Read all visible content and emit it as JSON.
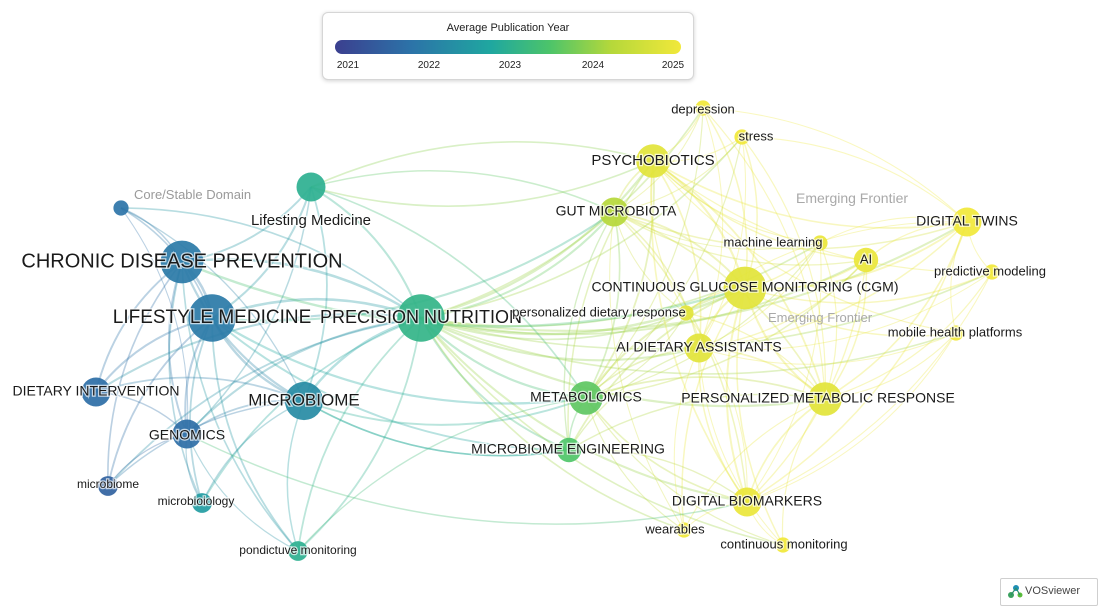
{
  "legend": {
    "title": "Average Publication Year",
    "ticks": [
      "2021",
      "2022",
      "2023",
      "2024",
      "2025"
    ]
  },
  "annotations": {
    "core": "Core/Stable Domain",
    "emerging1": "Emerging Frontier",
    "emerging2": "Emerging Frontier"
  },
  "nodes": [
    {
      "id": "chronic",
      "label": "CHRONIC DISEASE PREVENTION",
      "year": 2022.0,
      "weight": 8
    },
    {
      "id": "lifestyle",
      "label": "LIFESTYLE MEDICINE",
      "year": 2022.0,
      "weight": 9
    },
    {
      "id": "lifesting",
      "label": "Lifesting Medicine",
      "year": 2023.0,
      "weight": 5
    },
    {
      "id": "dietary",
      "label": "DIETARY INTERVENTION",
      "year": 2021.8,
      "weight": 5
    },
    {
      "id": "genomics",
      "label": "GENOMICS",
      "year": 2021.8,
      "weight": 5
    },
    {
      "id": "microbiome_lc",
      "label": "microbiome",
      "year": 2021.6,
      "weight": 3
    },
    {
      "id": "microbio",
      "label": "microbioiology",
      "year": 2022.6,
      "weight": 3
    },
    {
      "id": "pondictuve",
      "label": "pondictuve monitoring",
      "year": 2023.0,
      "weight": 3
    },
    {
      "id": "microbiome_uc",
      "label": "MICROBIOME",
      "year": 2022.3,
      "weight": 7
    },
    {
      "id": "core_dot",
      "label": "",
      "year": 2021.9,
      "weight": 2
    },
    {
      "id": "precision",
      "label": "PRECISION NUTRITION",
      "year": 2023.1,
      "weight": 9
    },
    {
      "id": "psychobiotics",
      "label": "PSYCHOBIOTICS",
      "year": 2024.8,
      "weight": 6
    },
    {
      "id": "depression",
      "label": "depression",
      "year": 2025.0,
      "weight": 2
    },
    {
      "id": "stress",
      "label": "stress",
      "year": 2025.0,
      "weight": 2
    },
    {
      "id": "gut",
      "label": "GUT MICROBIOTA",
      "year": 2024.2,
      "weight": 5
    },
    {
      "id": "ml",
      "label": "machine learning",
      "year": 2024.9,
      "weight": 2
    },
    {
      "id": "ai",
      "label": "AI",
      "year": 2024.9,
      "weight": 4
    },
    {
      "id": "cgm",
      "label": "CONTINUOUS GLUCOSE MONITORING (CGM)",
      "year": 2024.8,
      "weight": 8
    },
    {
      "id": "twins",
      "label": "DIGITAL TWINS",
      "year": 2025.0,
      "weight": 5
    },
    {
      "id": "predictive",
      "label": "predictive modeling",
      "year": 2025.0,
      "weight": 2
    },
    {
      "id": "mobile",
      "label": "mobile health platforms",
      "year": 2025.0,
      "weight": 2
    },
    {
      "id": "pdr",
      "label": "personalized dietary response",
      "year": 2024.8,
      "weight": 2
    },
    {
      "id": "aida",
      "label": "AI DIETARY ASSISTANTS",
      "year": 2024.8,
      "weight": 5
    },
    {
      "id": "metabolomics",
      "label": "METABOLOMICS",
      "year": 2023.6,
      "weight": 6
    },
    {
      "id": "pmr",
      "label": "PERSONALIZED METABOLIC RESPONSE",
      "year": 2024.8,
      "weight": 6
    },
    {
      "id": "mbe",
      "label": "MICROBIOME ENGINEERING",
      "year": 2023.5,
      "weight": 4
    },
    {
      "id": "biomarkers",
      "label": "DIGITAL BIOMARKERS",
      "year": 2024.9,
      "weight": 5
    },
    {
      "id": "wearables",
      "label": "wearables",
      "year": 2025.0,
      "weight": 2
    },
    {
      "id": "contmon",
      "label": "continuous monitoring",
      "year": 2025.0,
      "weight": 2
    }
  ],
  "logo": "VOSviewer"
}
